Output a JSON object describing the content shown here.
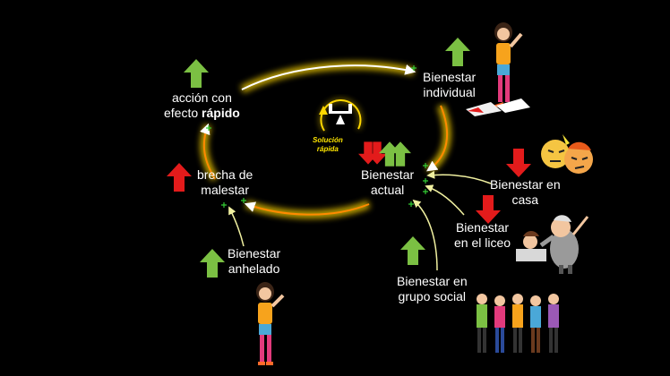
{
  "nodes": {
    "accion": {
      "line1": "acción con",
      "line2_pre": "efecto ",
      "line2_bold": "rápido"
    },
    "brecha": {
      "line1": "brecha de",
      "line2": "malestar"
    },
    "anhelado": {
      "line1": "Bienestar",
      "line2": "anhelado"
    },
    "individual": {
      "line1": "Bienestar",
      "line2": "individual"
    },
    "actual": {
      "line1": "Bienestar",
      "line2": "actual"
    },
    "casa": {
      "line1": "Bienestar en",
      "line2": "casa"
    },
    "liceo": {
      "line1": "Bienestar",
      "line2": "en el liceo"
    },
    "grupo": {
      "line1": "Bienestar en",
      "line2": "grupo social"
    }
  },
  "balance": {
    "line1": "Solución",
    "line2": "rápida"
  },
  "colors": {
    "up_arrow": "#7bc043",
    "down_arrow": "#e31b1b",
    "loop_glow": "#ffd700",
    "loop_line": "#ffffff",
    "influence_line": "#f0f0a0",
    "polarity_mark": "#33cc33"
  },
  "icons": [
    "balance-scale-icon",
    "loop-arrow-icon",
    "up-arrow-icon",
    "down-arrow-icon",
    "person-icon"
  ]
}
